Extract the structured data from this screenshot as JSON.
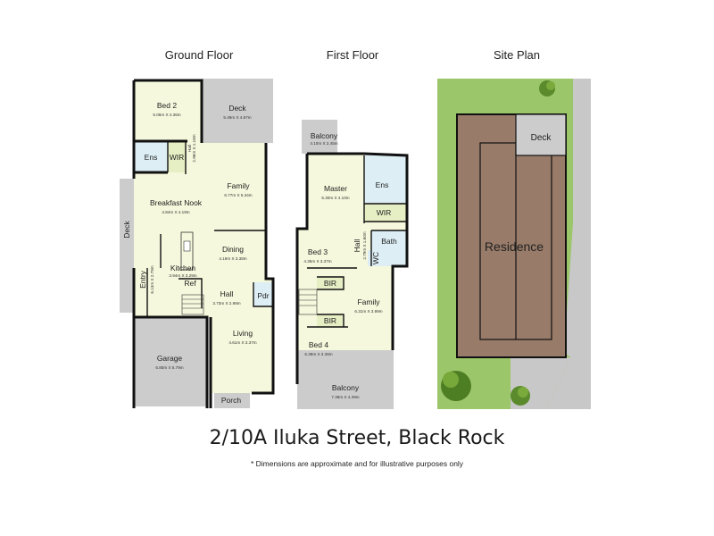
{
  "headers": {
    "ground": "Ground Floor",
    "first": "First Floor",
    "site": "Site Plan"
  },
  "ground_rooms": {
    "bed2": {
      "name": "Bed 2",
      "dims": "5.06m X 4.36m"
    },
    "deck": {
      "name": "Deck",
      "dims": "5.49m X 4.87m"
    },
    "ens": {
      "name": "Ens"
    },
    "wir": {
      "name": "WIR"
    },
    "hall_upper": {
      "name": "Hall",
      "dims": "2.96m X 1.18m"
    },
    "family": {
      "name": "Family",
      "dims": "6.77m X 5.34m"
    },
    "breakfast": {
      "name": "Breakfast Nook",
      "dims": "4.84m X 4.19m"
    },
    "side_deck": {
      "name": "Deck"
    },
    "dining": {
      "name": "Dining",
      "dims": "4.19m X 3.38m"
    },
    "kitchen": {
      "name": "Kitchen",
      "dims": "3.94m X 3.29m"
    },
    "entry": {
      "name": "Entry",
      "dims": "6.13m X 2.79m"
    },
    "ref": {
      "name": "Ref"
    },
    "hall": {
      "name": "Hall",
      "dims": "3.73m X 2.98m"
    },
    "pdr": {
      "name": "Pdr"
    },
    "living": {
      "name": "Living",
      "dims": "4.61m X 3.37m"
    },
    "garage": {
      "name": "Garage",
      "dims": "6.80m X 5.79m"
    },
    "porch": {
      "name": "Porch"
    }
  },
  "first_rooms": {
    "balcony_top": {
      "name": "Balcony",
      "dims": "4.10m X 2.45m"
    },
    "master": {
      "name": "Master",
      "dims": "5.30m X 4.10m"
    },
    "ens": {
      "name": "Ens"
    },
    "wir": {
      "name": "WIR"
    },
    "bed3": {
      "name": "Bed 3",
      "dims": "4.35m X 3.37m"
    },
    "hall": {
      "name": "Hall",
      "dims": "2.79m X 1.60m"
    },
    "bath": {
      "name": "Bath"
    },
    "wc": {
      "name": "WC"
    },
    "bir1": {
      "name": "BIR"
    },
    "family": {
      "name": "Family",
      "dims": "6.31m X 3.99m"
    },
    "bir2": {
      "name": "BIR"
    },
    "bed4": {
      "name": "Bed 4",
      "dims": "6.39m X 3.38m"
    },
    "balcony_bottom": {
      "name": "Balcony",
      "dims": "7.38m X 4.39m"
    }
  },
  "site": {
    "deck": "Deck",
    "residence": "Residence"
  },
  "colors": {
    "room_fill": "#f5f8dc",
    "deck_fill": "#cccccc",
    "wet_fill": "#ddeef4",
    "wir_fill": "#e6eec3",
    "wall": "#111111",
    "lawn": "#9cc66a",
    "path": "#c8c8c8",
    "roof_brown": "#987b68"
  },
  "address": "2/10A Iluka Street, Black Rock",
  "disclaimer": "* Dimensions are approximate and for illustrative purposes only"
}
